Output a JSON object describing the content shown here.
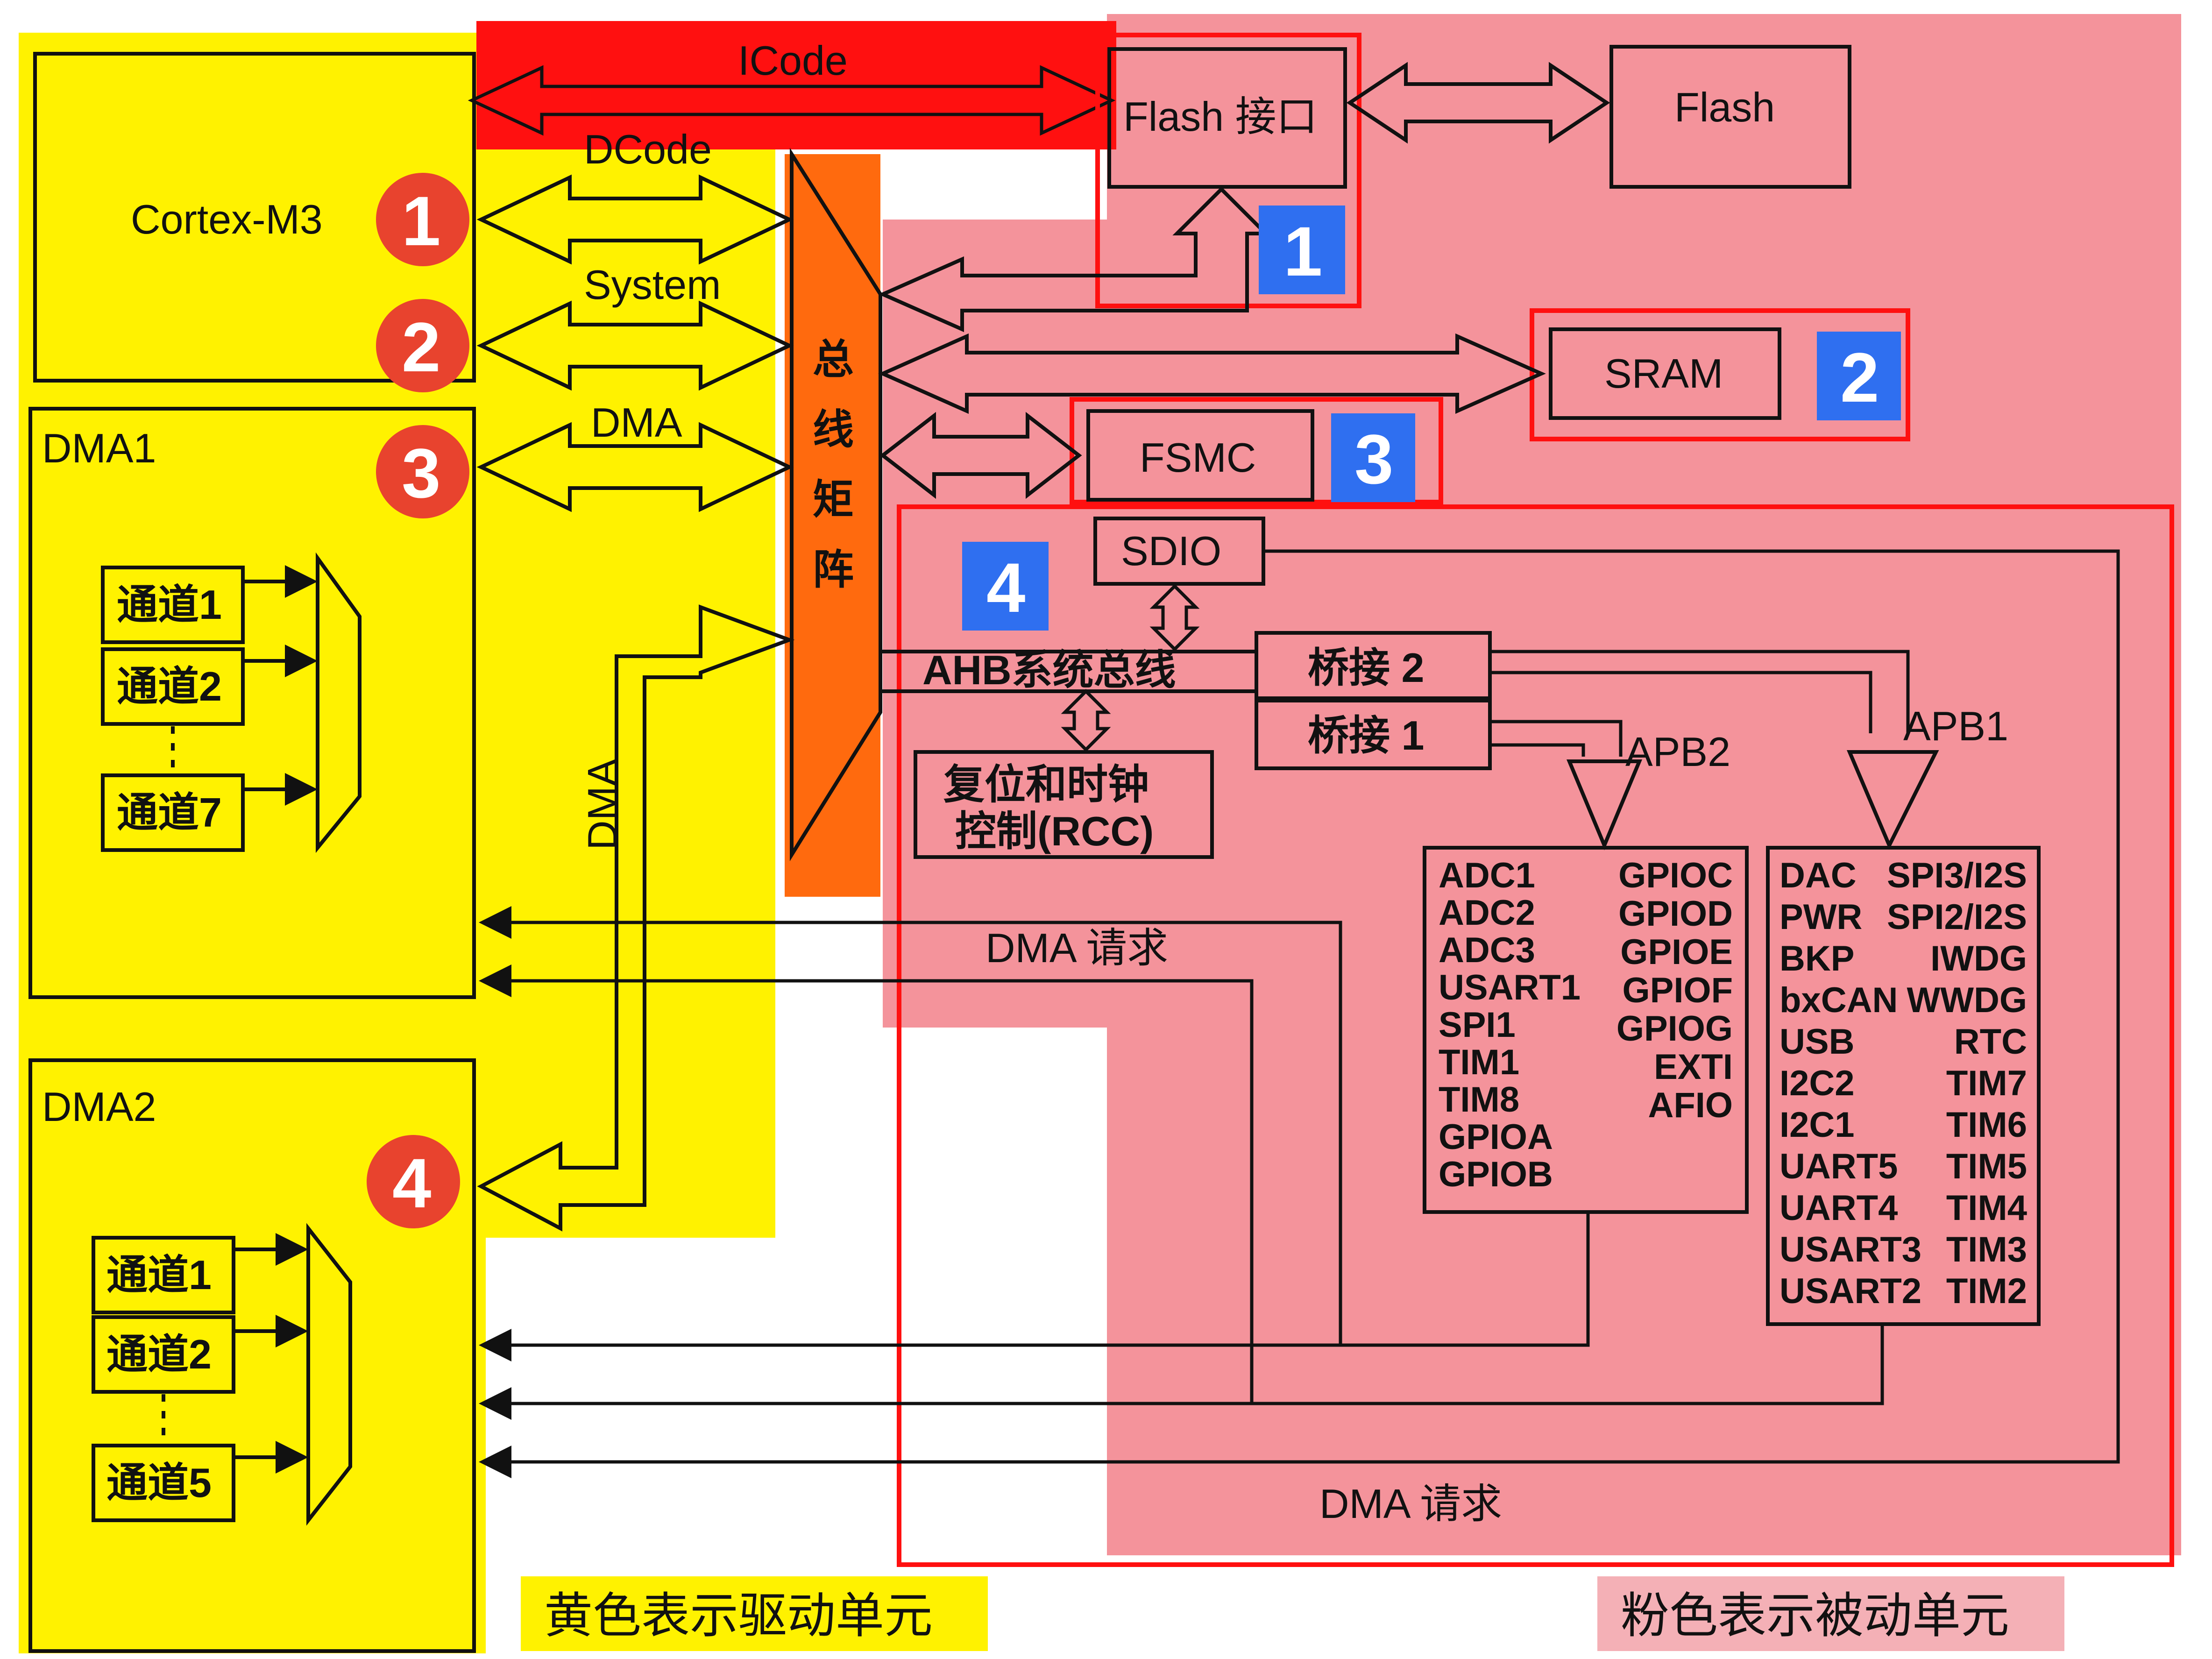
{
  "masters": {
    "cortex": "Cortex-M3",
    "dma1": "DMA1",
    "dma2": "DMA2",
    "dma1_channels": [
      "通道1",
      "通道2",
      "通道7"
    ],
    "dma2_channels": [
      "通道1",
      "通道2",
      "通道5"
    ]
  },
  "buses": {
    "icode": "ICode",
    "dcode": "DCode",
    "system": "System",
    "dma": "DMA",
    "dma_vertical": "DMA",
    "bus_matrix": "总线矩阵",
    "ahb": "AHB系统总线",
    "apb1": "APB1",
    "apb2": "APB2",
    "dma_request_1": "DMA 请求",
    "dma_request_2": "DMA 请求"
  },
  "slaves": {
    "flash_if": "Flash 接口",
    "flash": "Flash",
    "sram": "SRAM",
    "fsmc": "FSMC",
    "sdio": "SDIO",
    "bridge2": "桥接 2",
    "bridge1": "桥接 1",
    "rcc_line1": "复位和时钟",
    "rcc_line2": "控制(RCC)"
  },
  "apb2_peripherals_left": [
    "ADC1",
    "ADC2",
    "ADC3",
    "USART1",
    "SPI1",
    "TIM1",
    "TIM8",
    "GPIOA",
    "GPIOB"
  ],
  "apb2_peripherals_right": [
    "GPIOC",
    "GPIOD",
    "GPIOE",
    "GPIOF",
    "GPIOG",
    "EXTI",
    "AFIO"
  ],
  "apb1_peripherals_left": [
    "DAC",
    "PWR",
    "BKP",
    "bxCAN",
    "USB",
    "I2C2",
    "I2C1",
    "UART5",
    "UART4",
    "USART3",
    "USART2"
  ],
  "apb1_peripherals_right": [
    "SPI3/I2S",
    "SPI2/I2S",
    "IWDG",
    "WWDG",
    "RTC",
    "TIM7",
    "TIM6",
    "TIM5",
    "TIM4",
    "TIM3",
    "TIM2"
  ],
  "markers": {
    "red": [
      "1",
      "2",
      "3",
      "4"
    ],
    "blue": [
      "1",
      "2",
      "3",
      "4"
    ]
  },
  "legend": {
    "yellow": "黄色表示驱动单元",
    "pink": "粉色表示被动单元"
  },
  "colors": {
    "yellow": "#fff200",
    "pink": "#f4939b",
    "red": "#ff1010",
    "orange": "#ff6a0e",
    "blue": "#2f6ff0",
    "marker_red": "#e8432e"
  }
}
